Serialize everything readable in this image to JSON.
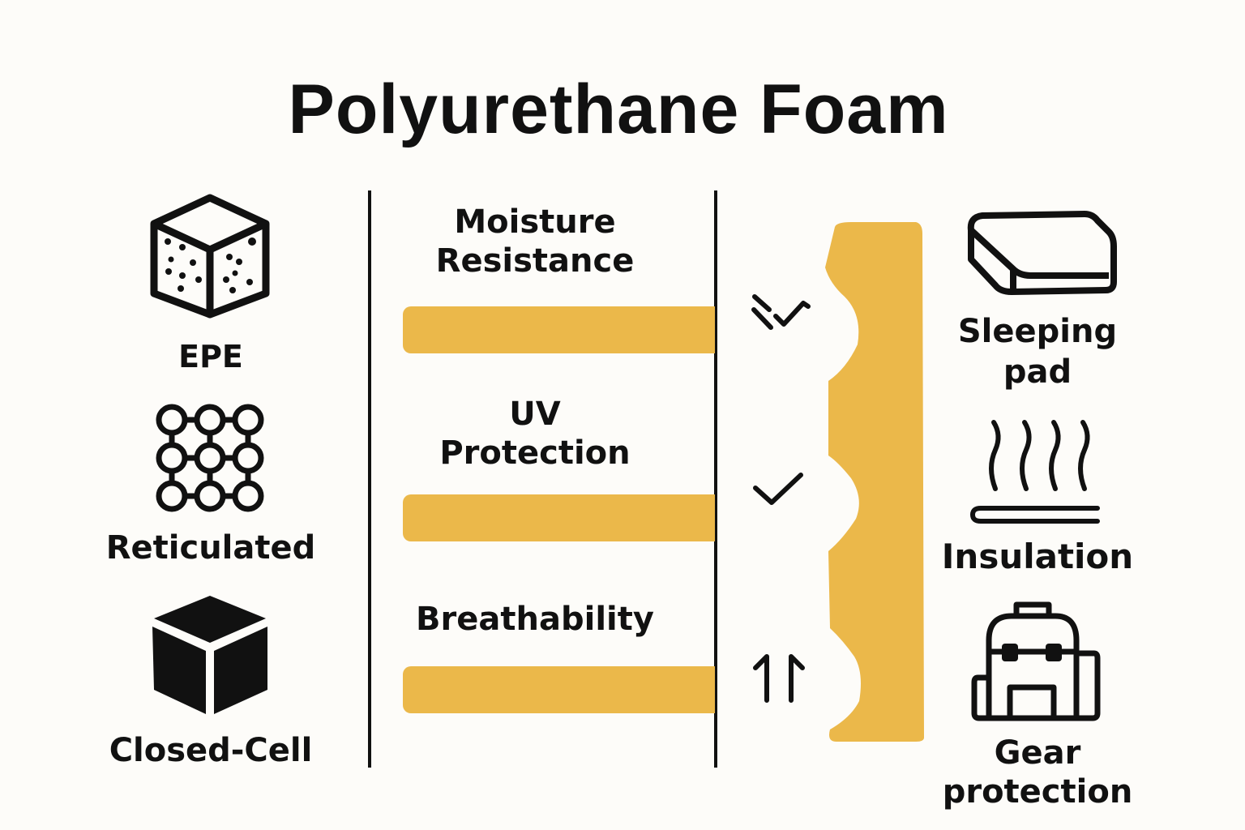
{
  "title": "Polyurethane Foam",
  "colors": {
    "accent": "#ebb84a",
    "ink": "#111111",
    "background": "#fdfcf9"
  },
  "foam_types": [
    {
      "label": "EPE",
      "icon": "porous-cube-icon"
    },
    {
      "label": "Reticulated",
      "icon": "circle-grid-icon"
    },
    {
      "label": "Closed-Cell",
      "icon": "solid-cube-icon"
    }
  ],
  "properties": [
    {
      "label_line1": "Moisture",
      "label_line2": "Resistance",
      "mark": "double-check-icon"
    },
    {
      "label_line1": "UV",
      "label_line2": "Protection",
      "mark": "check-icon"
    },
    {
      "label_line1": "Breathability",
      "label_line2": "",
      "mark": "up-arrows-icon"
    }
  ],
  "applications": [
    {
      "label_line1": "Sleeping",
      "label_line2": "pad",
      "icon": "mattress-pad-icon"
    },
    {
      "label_line1": "Insulation",
      "label_line2": "",
      "icon": "heat-waves-icon"
    },
    {
      "label_line1": "Gear",
      "label_line2": "protection",
      "icon": "backpack-icon"
    }
  ]
}
